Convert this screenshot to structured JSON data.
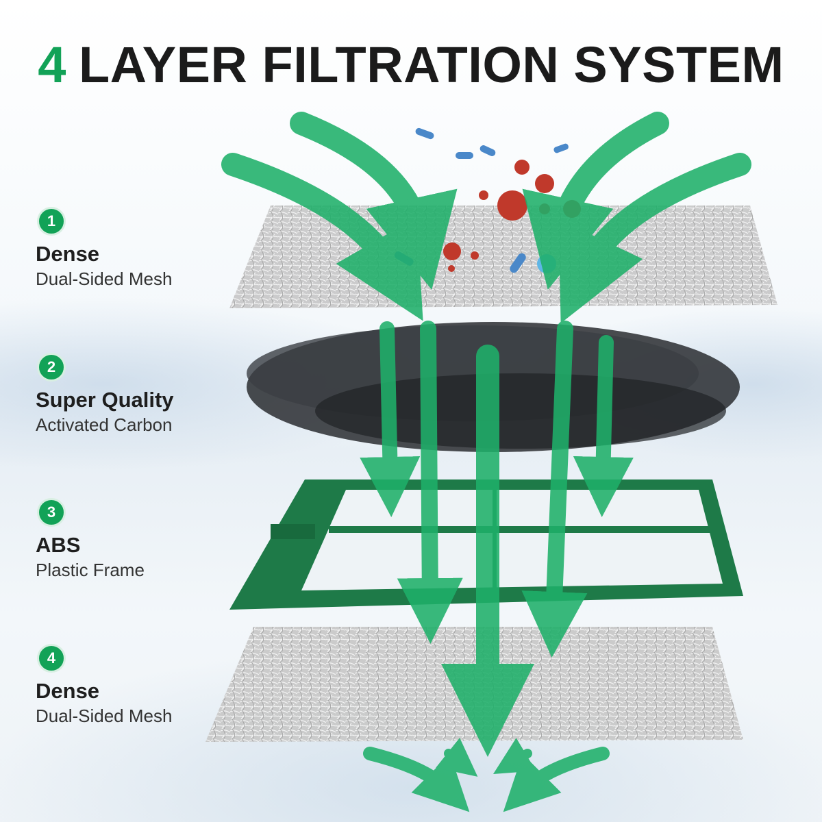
{
  "title": {
    "number": "4",
    "text": "LAYER FILTRATION SYSTEM"
  },
  "colors": {
    "accent": "#12a257",
    "arrow": "#1fb06a",
    "frame": "#1e7a48"
  },
  "layers": [
    {
      "number": "1",
      "name": "Dense",
      "description": "Dual-Sided Mesh",
      "icon": "mesh-layer-icon"
    },
    {
      "number": "2",
      "name": "Super Quality",
      "description": "Activated Carbon",
      "icon": "carbon-layer-icon"
    },
    {
      "number": "3",
      "name": "ABS",
      "description": "Plastic Frame",
      "icon": "frame-layer-icon"
    },
    {
      "number": "4",
      "name": "Dense",
      "description": "Dual-Sided Mesh",
      "icon": "mesh-layer-icon"
    }
  ]
}
